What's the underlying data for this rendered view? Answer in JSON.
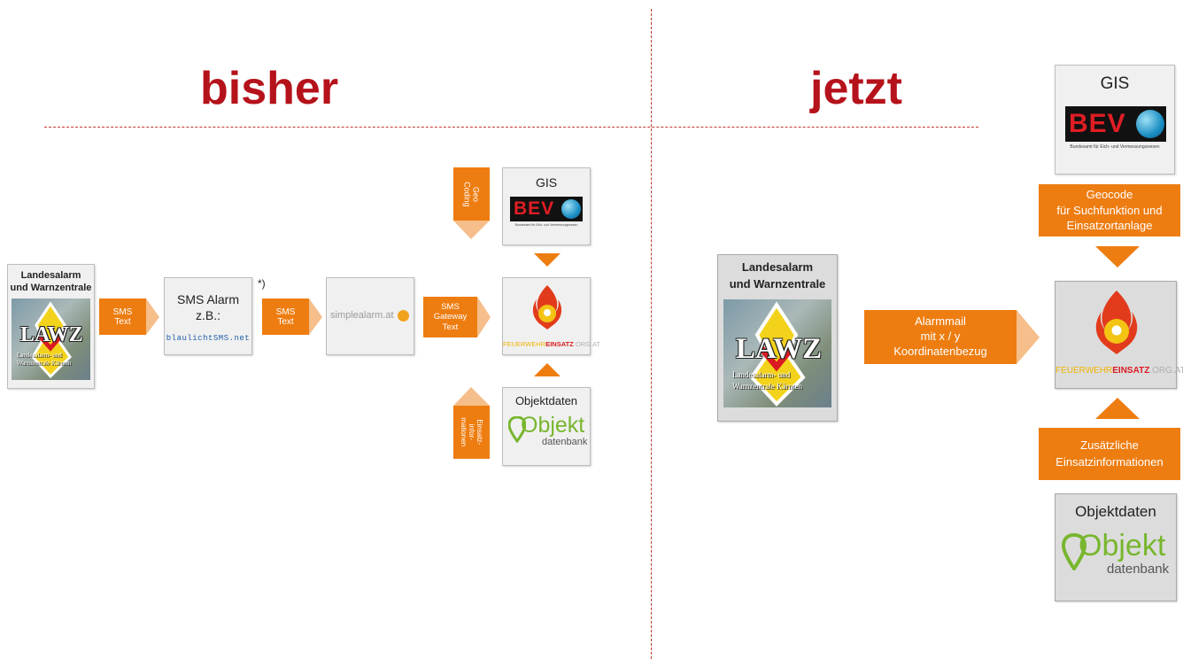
{
  "headings": {
    "left": "bisher",
    "right": "jetzt"
  },
  "bisher": {
    "lawz": {
      "title_line1": "Landesalarm",
      "title_line2": "und Warnzentrale",
      "logo_text": "LAWZ",
      "logo_sub1": "Landesalarm- und",
      "logo_sub2": "Warnzentrale Kärnten"
    },
    "arrow_sms_text_1": {
      "line1": "SMS",
      "line2": "Text"
    },
    "sms_box": {
      "line1": "SMS Alarm",
      "line2": "z.B.:",
      "logo": "blaulichtSMS.net",
      "footnote": "*)"
    },
    "arrow_sms_text_2": {
      "line1": "SMS",
      "line2": "Text"
    },
    "simplealarm_logo": "simplealarm.at",
    "arrow_gateway": {
      "line1": "SMS",
      "line2": "Gateway",
      "line3": "Text"
    },
    "gis": {
      "title": "GIS",
      "logo": "BEV",
      "caption": "Bundesamt für Eich- und Vermessungswesen"
    },
    "geo_coding": {
      "line1": "Geo",
      "line2": "Coding"
    },
    "feuerwehr": {
      "part1": "FEUERWEHR",
      "part2": "EINSATZ",
      "part3": ".ORG.AT"
    },
    "einsatz_info": {
      "line1": "Einsatz-",
      "line2": "infor-",
      "line3": "mationen"
    },
    "objekt": {
      "title": "Objektdaten",
      "logo": "Objekt",
      "logo_sub": "datenbank"
    }
  },
  "jetzt": {
    "lawz": {
      "title_line1": "Landesalarm",
      "title_line2": "und Warnzentrale",
      "logo_text": "LAWZ",
      "logo_sub1": "Landesalarm- und",
      "logo_sub2": "Warnzentrale Kärnten"
    },
    "alarmmail": {
      "line1": "Alarmmail",
      "line2": "mit x / y",
      "line3": "Koordinatenbezug"
    },
    "gis": {
      "title": "GIS",
      "logo": "BEV",
      "caption": "Bundesamt für Eich- und Vermessungswesen"
    },
    "geocode": {
      "line1": "Geocode",
      "line2": "für Suchfunktion und",
      "line3": "Einsatzortanlage"
    },
    "feuerwehr": {
      "part1": "FEUERWEHR",
      "part2": "EINSATZ",
      "part3": ".ORG.AT"
    },
    "zusatz": {
      "line1": "Zusätzliche",
      "line2": "Einsatzinformationen"
    },
    "objekt": {
      "title": "Objektdaten",
      "logo": "Objekt",
      "logo_sub": "datenbank"
    }
  },
  "colors": {
    "heading_red": "#b5121b",
    "arrow_orange": "#ee7d11",
    "light_orange": "#f6be8a",
    "divider_red": "#c0392b",
    "objekt_green": "#78b62e"
  }
}
